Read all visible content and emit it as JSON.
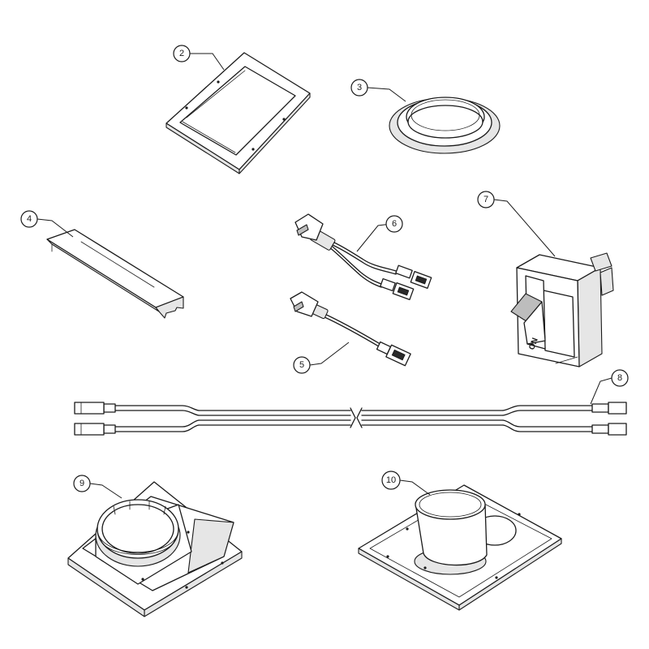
{
  "callouts": [
    {
      "id": "part-2",
      "label": "2"
    },
    {
      "id": "part-3",
      "label": "3"
    },
    {
      "id": "part-4",
      "label": "4"
    },
    {
      "id": "part-5",
      "label": "5"
    },
    {
      "id": "part-6",
      "label": "6"
    },
    {
      "id": "part-7",
      "label": "7"
    },
    {
      "id": "part-8",
      "label": "8"
    },
    {
      "id": "part-9",
      "label": "9"
    },
    {
      "id": "part-10",
      "label": "10"
    }
  ],
  "switch_marking": "ON",
  "colors": {
    "line": "#1a1a1a",
    "background": "#ffffff",
    "shade": "#e6e6e6"
  }
}
